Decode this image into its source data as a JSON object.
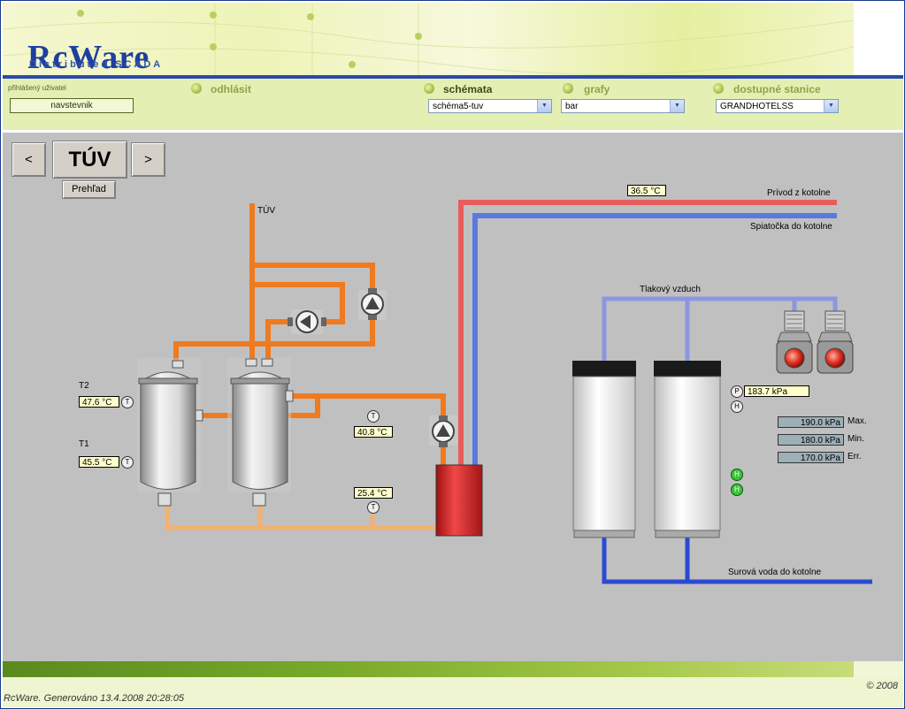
{
  "banner": {
    "logo": "RcWare",
    "subtitle": "Distributed SCADA"
  },
  "nav": {
    "user_label": "přihlášený uživatel",
    "user_name": "navstevnik",
    "logout": "odhlásit",
    "schemata_label": "schémata",
    "schemata_value": "schéma5-tuv",
    "grafy_label": "grafy",
    "grafy_value": "bar",
    "stanice_label": "dostupné stanice",
    "stanice_value": "GRANDHOTELSS"
  },
  "screen": {
    "prev": "<",
    "title": "TÚV",
    "next": ">",
    "overview": "Prehľad"
  },
  "labels": {
    "tuv": "TÚV",
    "supply": "Prívod z kotolne",
    "return": "Spiatočka do kotolne",
    "air": "Tlakový vzduch",
    "raw_water": "Surová voda do kotolne",
    "t2": "T2",
    "t1": "T1",
    "max": "Max.",
    "min": "Min.",
    "err": "Err."
  },
  "values": {
    "supply_temp": "36.5 °C",
    "t2": "47.6 °C",
    "t1": "45.5 °C",
    "mid_temp": "40.8 °C",
    "low_temp": "25.4 °C",
    "pressure": "183.7 kPa",
    "p_max": "190.0 kPa",
    "p_min": "180.0 kPa",
    "p_err": "170.0 kPa"
  },
  "sensor_letters": {
    "t": "T",
    "p": "P",
    "h": "H"
  },
  "footer": {
    "generated": "RcWare. Generováno 13.4.2008 20:28:05",
    "copyright": "© 2008"
  },
  "colors": {
    "hot_pipe": "#f07a1e",
    "cold_pipe_light": "#f5b070",
    "red_pipe": "#e85c5c",
    "blue_pipe": "#5a78e0",
    "dark_blue": "#2a4ad0",
    "air_pipe": "#8c96e0",
    "background": "#c0c0c0"
  }
}
